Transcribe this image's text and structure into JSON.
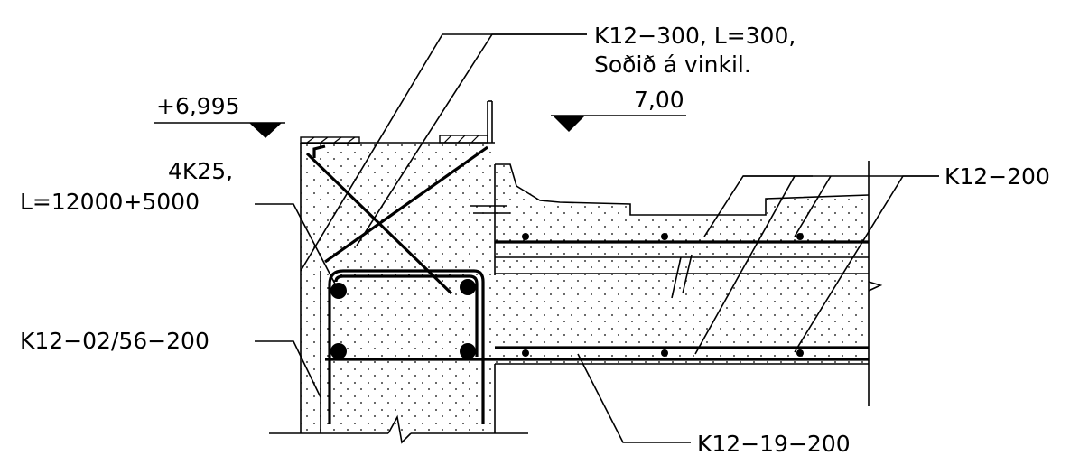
{
  "labels": {
    "top_note_line1": "K12−300, L=300,",
    "top_note_line2": "Soðið á vinkil.",
    "level_left": "+6,995",
    "level_right": "7,00",
    "bar_4k25_line1": "4K25,",
    "bar_4k25_line2": "L=12000+5000",
    "k12_02_56_200": "K12−02/56−200",
    "k12_200": "K12−200",
    "k12_19_200": "K12−19−200"
  },
  "colors": {
    "ink": "#000000",
    "background": "#ffffff"
  }
}
